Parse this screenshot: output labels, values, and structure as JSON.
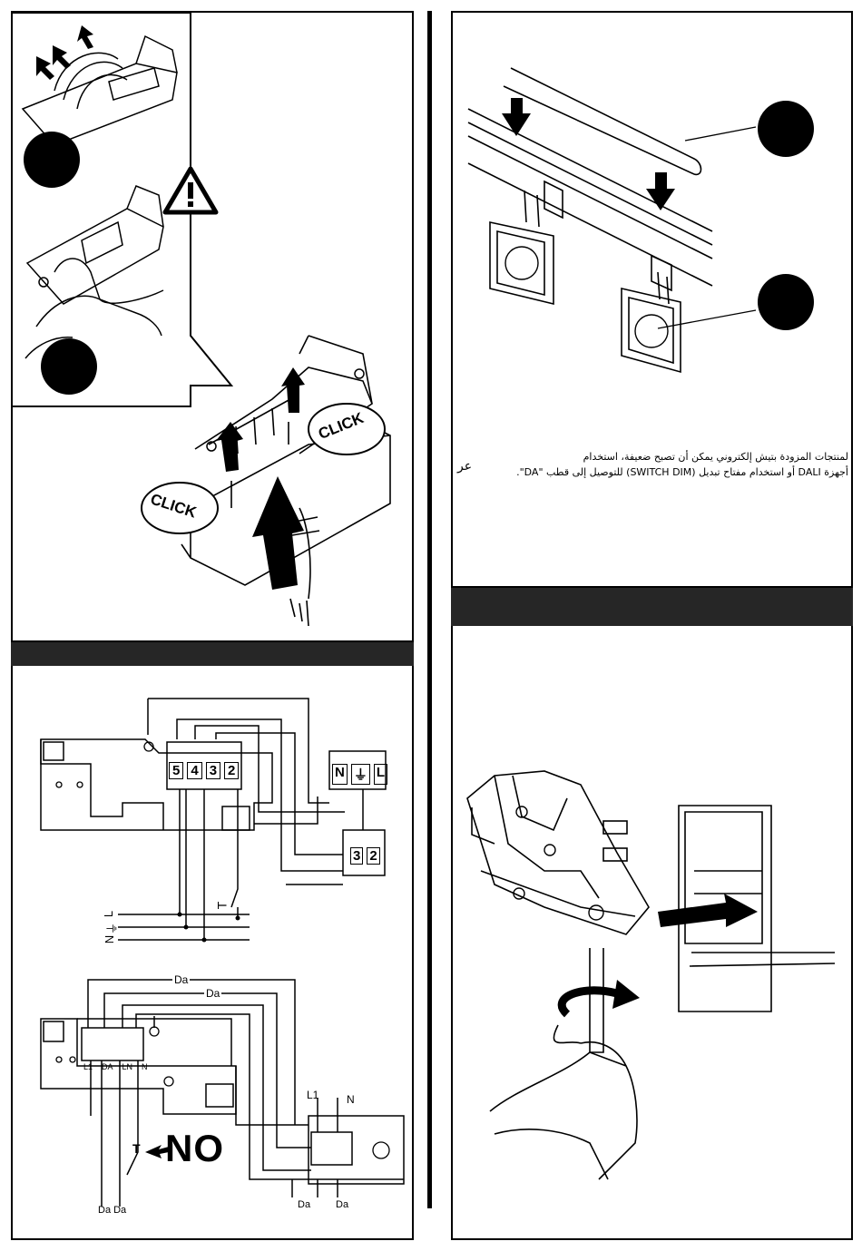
{
  "page": {
    "background": "#ffffff",
    "ink": "#000000",
    "bar_color": "#262626"
  },
  "top_left": {
    "click_label_1": "CLICK",
    "click_label_2": "CLICK",
    "icons": [
      "warning-triangle-icon",
      "arrow-up-icon",
      "arrow-down-icon"
    ]
  },
  "top_right": {
    "language_tag": "عر",
    "note_line_1": "لمنتجات المزودة بتيش إلكتروني يمكن أن تصبح ضعيفة، استخدام",
    "note_line_2": "أجهزة DALI أو استخدام مفتاح تبديل (SWITCH DIM) للتوصيل إلى قطب \"DA\"."
  },
  "wiring_1": {
    "terminals": [
      "5",
      "4",
      "3",
      "2"
    ],
    "mains_terminals": [
      "N",
      "⏚",
      "L"
    ],
    "aux_terminals": [
      "3",
      "2"
    ],
    "bus_labels": [
      "L",
      "⏚",
      "N"
    ],
    "switch_label": "T"
  },
  "wiring_2": {
    "da_top_1": "Da",
    "da_top_2": "Da",
    "terminal_labels": [
      "L1",
      "DA",
      "LN",
      "N"
    ],
    "switch_label": "T",
    "warning_text": "NO",
    "right_label_l1": "L1",
    "right_label_n": "N",
    "bottom_da_left": "Da Da",
    "bottom_da_1": "Da",
    "bottom_da_2": "Da"
  }
}
